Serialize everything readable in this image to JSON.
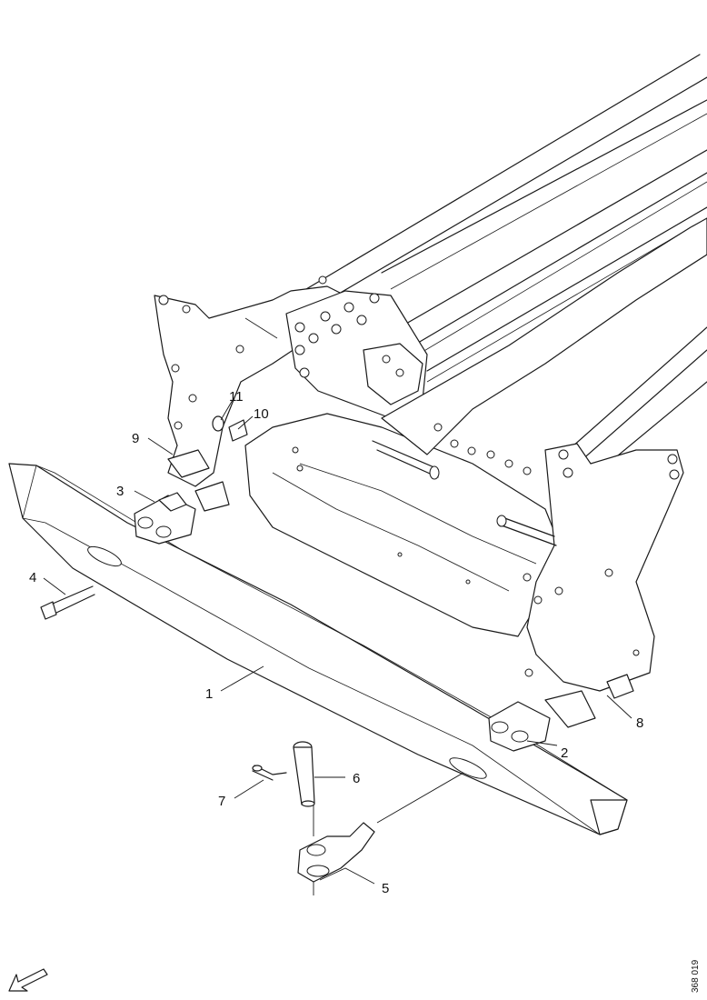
{
  "callouts": [
    {
      "id": "c1",
      "label": "1"
    },
    {
      "id": "c2",
      "label": "2"
    },
    {
      "id": "c3",
      "label": "3"
    },
    {
      "id": "c4",
      "label": "4"
    },
    {
      "id": "c5",
      "label": "5"
    },
    {
      "id": "c6",
      "label": "6"
    },
    {
      "id": "c7",
      "label": "7"
    },
    {
      "id": "c8",
      "label": "8"
    },
    {
      "id": "c9",
      "label": "9"
    },
    {
      "id": "c10",
      "label": "10"
    },
    {
      "id": "c11",
      "label": "11"
    }
  ],
  "figure_ref": "368 019",
  "icons": {
    "direction": "direction-arrow-icon"
  }
}
